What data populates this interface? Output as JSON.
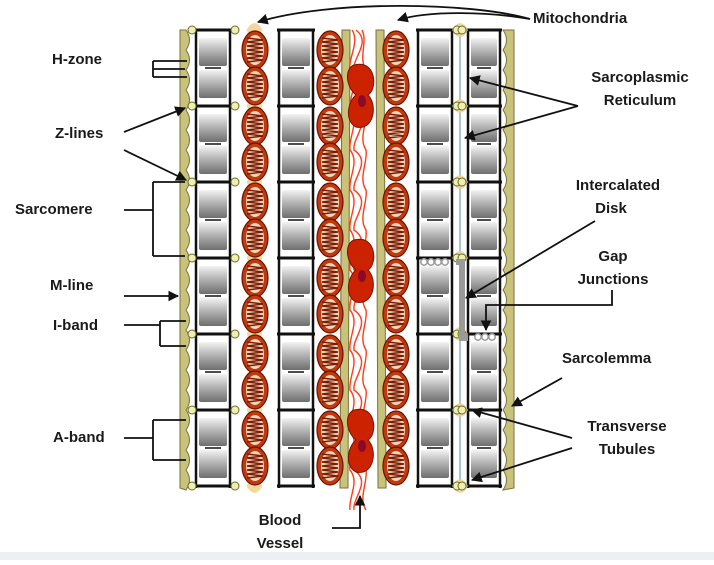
{
  "labels": {
    "mitochondria": "Mitochondria",
    "h_zone": "H-zone",
    "z_lines": "Z-lines",
    "sarcomere": "Sarcomere",
    "m_line": "M-line",
    "i_band": "I-band",
    "a_band": "A-band",
    "sarcoplasmic_reticulum": [
      "Sarcoplasmic",
      "Reticulum"
    ],
    "intercalated_disk": [
      "Intercalated",
      "Disk"
    ],
    "gap_junctions": [
      "Gap",
      "Junctions"
    ],
    "sarcolemma": "Sarcolemma",
    "transverse_tubules": [
      "Transverse",
      "Tubules"
    ],
    "blood_vessel": [
      "Blood",
      "Vessel"
    ]
  },
  "colors": {
    "sarcolemma": "#c9c27a",
    "sarcomere_frame": "#111111",
    "myofilament": "#b8b8b8",
    "mitochondria": "#c0390f",
    "mitochondria_cristae": "#7a1c05",
    "red_blood_cell": "#cc2200",
    "capillary": "#ff3b1a",
    "sarcoplasmic_reticulum": "#f2d08c",
    "t_tubule": "#a8c4d8",
    "gap_junction": "#9a9a9a"
  }
}
